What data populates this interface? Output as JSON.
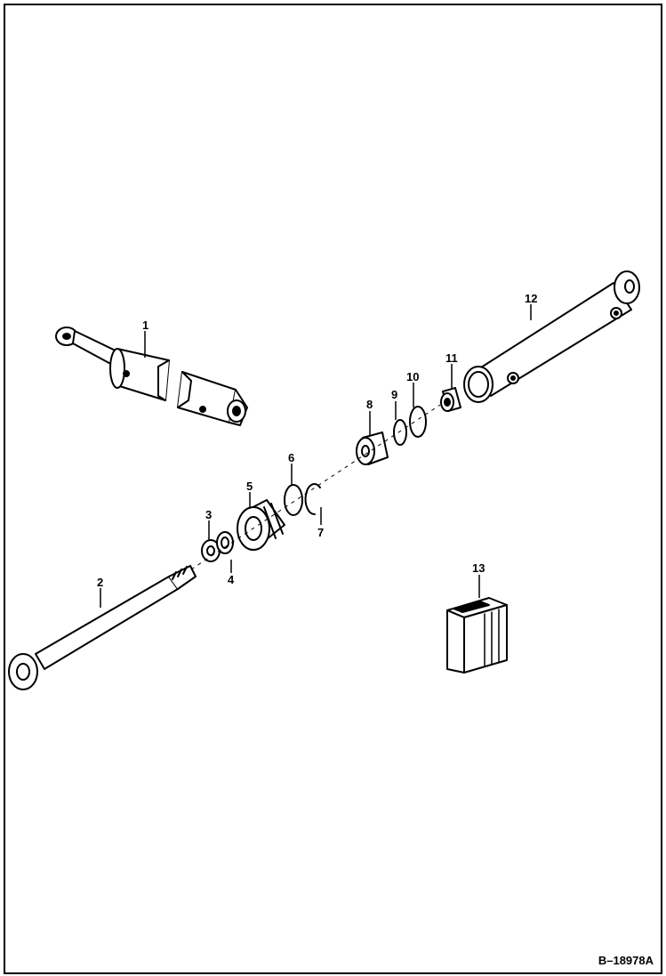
{
  "diagram": {
    "callouts": [
      "1",
      "2",
      "3",
      "4",
      "5",
      "6",
      "7",
      "8",
      "9",
      "10",
      "11",
      "12",
      "13"
    ],
    "reference_code": "B–18978A"
  }
}
